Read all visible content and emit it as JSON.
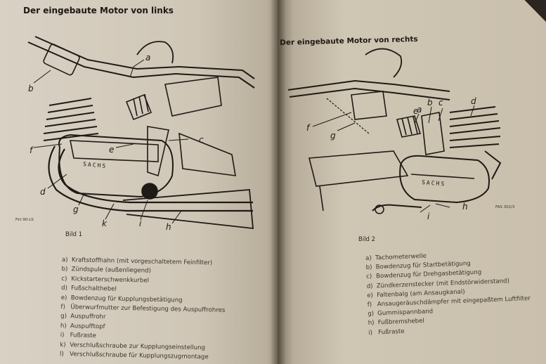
{
  "left_page": {
    "title": "Der eingebaute Motor von links",
    "figure_caption": "Bild 1",
    "figure_code": "Fkt 90-LS",
    "brand_text": "SACHS",
    "callouts": [
      "a",
      "b",
      "c",
      "d",
      "e",
      "f",
      "g",
      "h",
      "i",
      "k"
    ],
    "legend": [
      {
        "key": "a)",
        "text": "Kraftstoffhahn (mit vorgeschaltetem Feinfilter)"
      },
      {
        "key": "b)",
        "text": "Zündspule (außenliegend)"
      },
      {
        "key": "c)",
        "text": "Kickstarterschwenkkurbel"
      },
      {
        "key": "d)",
        "text": "Fußschalthebel"
      },
      {
        "key": "e)",
        "text": "Bowdenzug für Kupplungsbetätigung"
      },
      {
        "key": "f)",
        "text": "Überwurfmutter zur Befestigung des Auspuffrohres"
      },
      {
        "key": "g)",
        "text": "Auspuffrohr"
      },
      {
        "key": "h)",
        "text": "Auspufftopf"
      },
      {
        "key": "i)",
        "text": "Fußraste"
      },
      {
        "key": "k)",
        "text": "Verschlußschraube zur Kupplungseinstellung"
      },
      {
        "key": "l)",
        "text": "Verschlußschraube für Kupplungszugmontage"
      }
    ]
  },
  "right_page": {
    "title": "Der eingebaute Motor von rechts",
    "figure_caption": "Bild 2",
    "figure_code": "FAS 302/3",
    "brand_text": "SACHS",
    "callouts": [
      "a",
      "b",
      "c",
      "d",
      "e",
      "f",
      "g",
      "h",
      "i"
    ],
    "legend": [
      {
        "key": "a)",
        "text": "Tachometerwelle"
      },
      {
        "key": "b)",
        "text": "Bowdenzug für Startbetätigung"
      },
      {
        "key": "c)",
        "text": "Bowdenzug für Drehgasbetätigung"
      },
      {
        "key": "d)",
        "text": "Zündkerzenstecker (mit Endstörwiderstand)"
      },
      {
        "key": "e)",
        "text": "Faltenbalg (am Ansaugkanal)"
      },
      {
        "key": "f)",
        "text": "Ansaugeräuschdämpfer mit eingepaßtem Luftfilter"
      },
      {
        "key": "g)",
        "text": "Gummispannband"
      },
      {
        "key": "h)",
        "text": "Fußbremshebel"
      },
      {
        "key": "i)",
        "text": "Fußraste"
      }
    ]
  }
}
